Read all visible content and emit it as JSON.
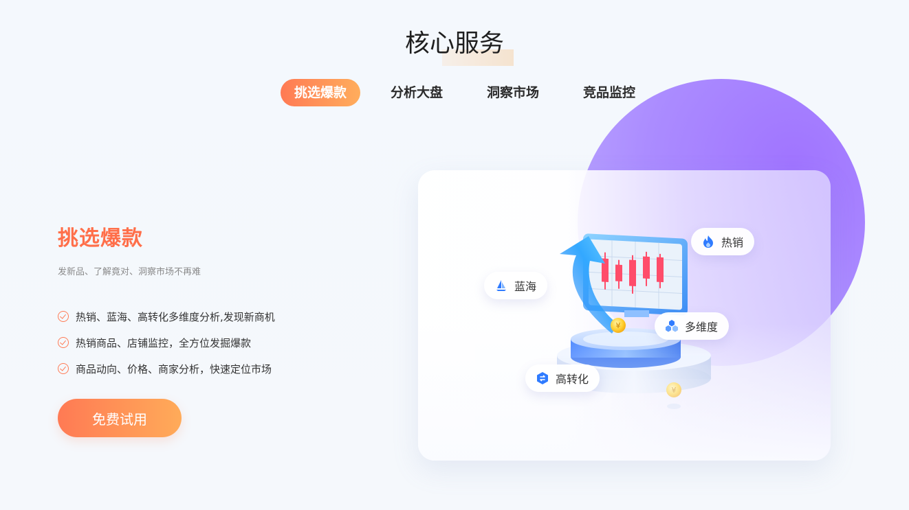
{
  "section": {
    "title": "核心服务"
  },
  "tabs": [
    {
      "label": "挑选爆款",
      "active": true
    },
    {
      "label": "分析大盘",
      "active": false
    },
    {
      "label": "洞察市场",
      "active": false
    },
    {
      "label": "竞品监控",
      "active": false
    }
  ],
  "panel": {
    "title": "挑选爆款",
    "subtitle": "发新品、了解竟对、洞察市场不再难",
    "features": [
      "热销、蓝海、高转化多维度分析,发现新商机",
      "热销商品、店铺监控，全方位发掘爆款",
      "商品动向、价格、商家分析，快速定位市场"
    ],
    "cta_label": "免费试用"
  },
  "illustration": {
    "tags": {
      "hot": "热销",
      "blue": "蓝海",
      "multi": "多维度",
      "conv": "高转化"
    },
    "icons": {
      "hot": "flame-icon",
      "blue": "sailboat-icon",
      "multi": "cubes-icon",
      "conv": "hexagon-swap-icon"
    }
  },
  "colors": {
    "accent": "#ff7a54",
    "accent_end": "#ffad5c",
    "purple": "#a074ff",
    "blue": "#2f7bff"
  }
}
